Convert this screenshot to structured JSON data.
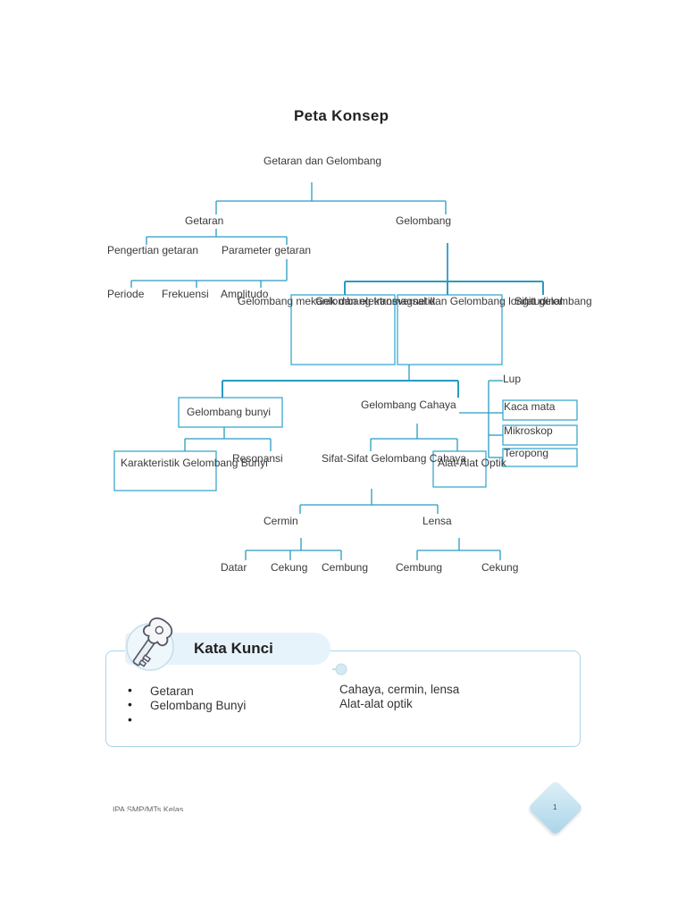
{
  "title": "Peta Konsep",
  "concept_map": {
    "root": "Getaran dan Gelombang",
    "getaran": "Getaran",
    "gelombang": "Gelombang",
    "pengertian_getaran": "Pengertian getaran",
    "parameter_getaran": "Parameter getaran",
    "periode": "Periode",
    "frekuensi": "Frekuensi",
    "amplitudo": "Amplitudo",
    "gelombang_row": "Gelombang mekanik dan elektromagnetik",
    "gelombang_row_2": "Gelombang transversal dan Gelombang longitudinal",
    "sifat_gelombang": "Sifat gelombang",
    "lup": "Lup",
    "kaca_mata": "Kaca mata",
    "mikroskop": "Mikroskop",
    "teropong": "Teropong",
    "gelombang_bunyi": "Gelombang bunyi",
    "gelombang_cahaya": "Gelombang Cahaya",
    "karakteristik": "Karakteristik Gelombang Bunyi",
    "resonansi": "Resonansi",
    "sifat_cahaya": "Sifat-Sifat Gelombang Cahaya",
    "alat_optik": "Alat-Alat Optik",
    "cermin": "Cermin",
    "lensa": "Lensa",
    "datar": "Datar",
    "cekung_cermin": "Cekung",
    "cembung_cermin": "Cembung",
    "cembung_lensa": "Cembung",
    "cekung_lensa": "Cekung"
  },
  "kata_kunci": {
    "title": "Kata Kunci",
    "left_items": [
      "Getaran",
      "Gelombang Bunyi",
      ""
    ],
    "right_items": [
      "Cahaya, cermin, lensa",
      "Alat-alat optik"
    ]
  },
  "footer": {
    "text": "IPA SMP/MTs Kelas",
    "page": "1"
  },
  "colors": {
    "line": "#2a9bc4",
    "box": "#3aa9cf",
    "panel_border": "#a8d6e6",
    "tab_bg": "#e7f3fa"
  }
}
